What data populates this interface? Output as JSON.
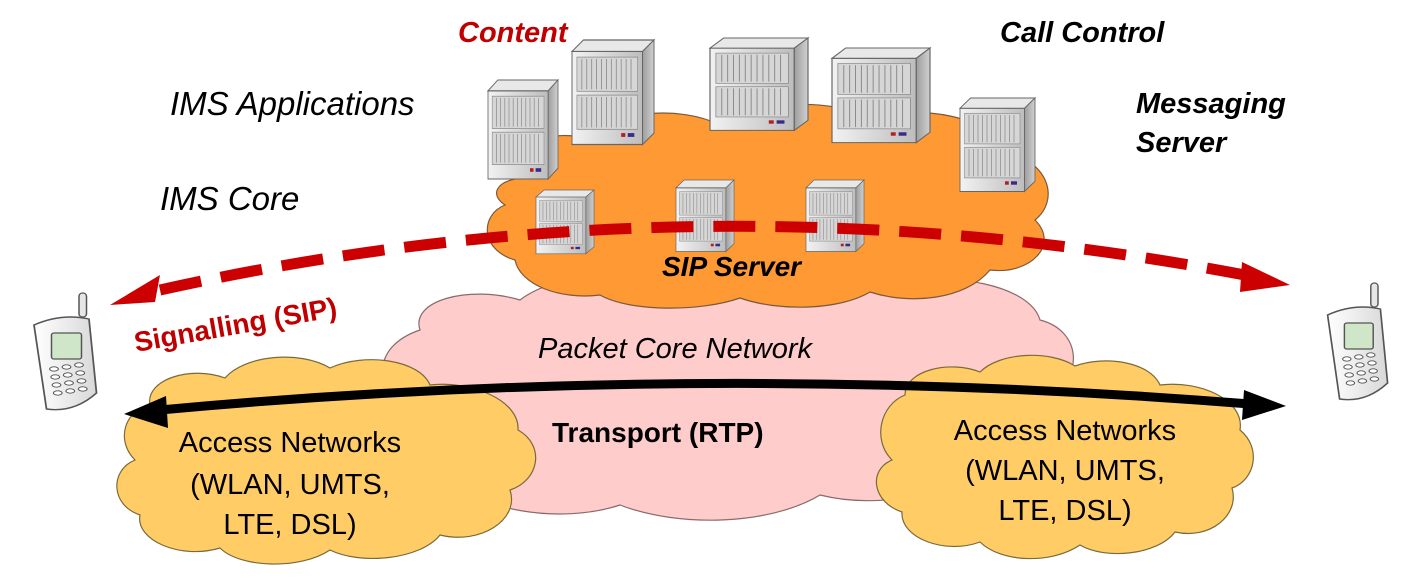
{
  "labels": {
    "content": "Content",
    "call_control": "Call Control",
    "ims_applications": "IMS Applications",
    "messaging_line1": "Messaging",
    "messaging_line2": "Server",
    "ims_core": "IMS Core",
    "sip_server": "SIP Server",
    "signalling": "Signalling (SIP)",
    "packet_core": "Packet Core Network",
    "transport": "Transport (RTP)",
    "access_left": [
      "Access Networks",
      "(WLAN, UMTS,",
      "LTE, DSL)"
    ],
    "access_right": [
      "Access Networks",
      "(WLAN, UMTS,",
      "LTE, DSL)"
    ]
  },
  "colors": {
    "content_text": "#c00000",
    "signalling_text": "#c00000",
    "sip_arrow": "#cc0000",
    "ims_core_cloud": "#ff9933",
    "packet_core_cloud": "#ffcccc",
    "access_cloud": "#ffcc66",
    "transport_arrow": "#000000",
    "server": "#d9d9d9"
  },
  "icons": {
    "server": "rack-server-icon",
    "phone": "mobile-phone-icon"
  }
}
